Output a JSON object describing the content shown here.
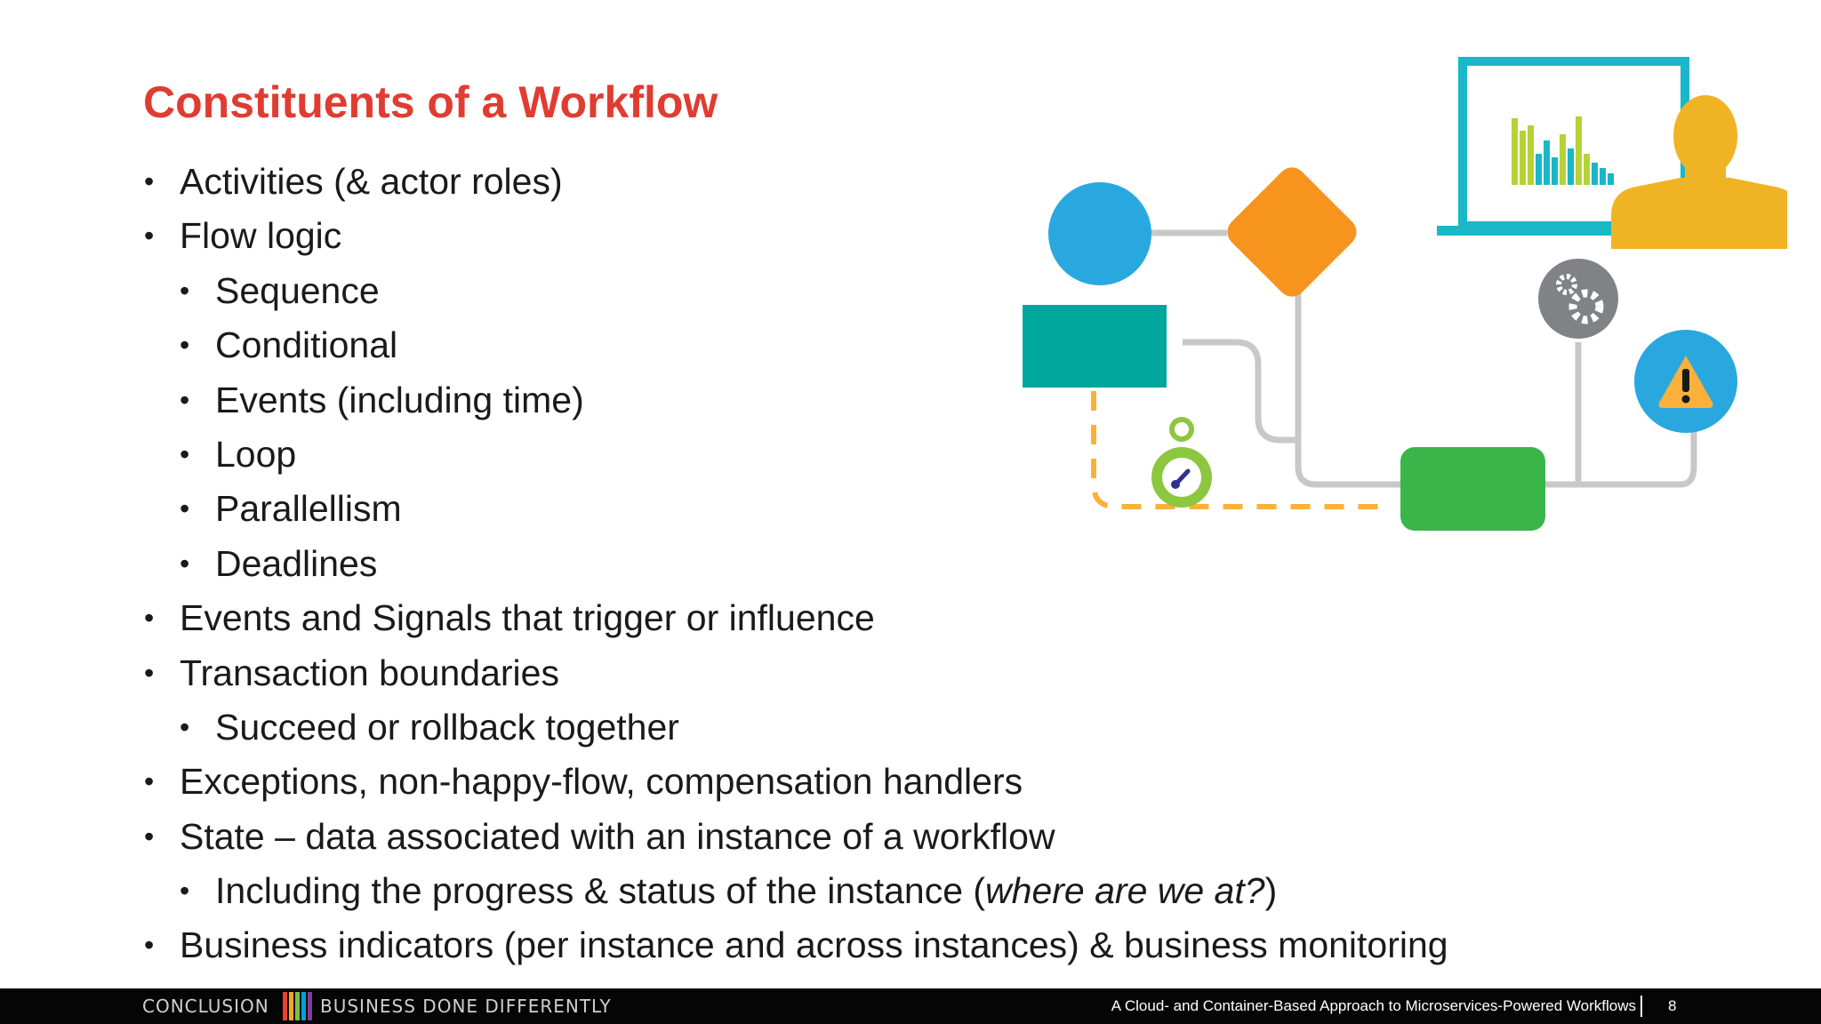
{
  "slide": {
    "title": "Constituents of a Workflow",
    "bullets": [
      {
        "level": 1,
        "text": "Activities (& actor roles)"
      },
      {
        "level": 1,
        "text": "Flow logic"
      },
      {
        "level": 2,
        "text": "Sequence"
      },
      {
        "level": 2,
        "text": "Conditional"
      },
      {
        "level": 2,
        "text": "Events (including time)"
      },
      {
        "level": 2,
        "text": "Loop"
      },
      {
        "level": 2,
        "text": "Parallellism"
      },
      {
        "level": 2,
        "text": "Deadlines"
      },
      {
        "level": 1,
        "text": "Events and Signals that trigger or influence"
      },
      {
        "level": 1,
        "text": "Transaction boundaries"
      },
      {
        "level": 2,
        "text": "Succeed or rollback together"
      },
      {
        "level": 1,
        "text": "Exceptions, non-happy-flow, compensation handlers"
      },
      {
        "level": 1,
        "text": "State – data associated with an instance of a workflow"
      },
      {
        "level": 2,
        "text": "Including the progress & status of the instance (",
        "italic": "where are we at?",
        "after": ")"
      },
      {
        "level": 1,
        "text": "Business indicators (per instance and across instances) & business monitoring"
      }
    ],
    "bullet_char": "•"
  },
  "footer": {
    "brand_left": "CONCLUSION",
    "brand_right": "BUSINESS DONE DIFFERENTLY",
    "brand_bar_colors": [
      "#e8412c",
      "#f5a623",
      "#7ac143",
      "#00a4d6",
      "#7d3f98"
    ],
    "caption": "A Cloud- and Container-Based Approach to Microservices-Powered Workflows",
    "page_number": "8"
  },
  "colors": {
    "title": "#e03c31",
    "circle_blue": "#29a8e0",
    "diamond_orange": "#f7941d",
    "rect_teal": "#00a79d",
    "rect_green": "#39b54a",
    "connector_gray": "#c8c8c8",
    "dashed_orange": "#fbb03b",
    "monitor_cyan": "#1ab7c8",
    "person_yellow": "#f0b323",
    "gear_gray": "#808285",
    "warning_blue": "#29a8e0",
    "timer_green": "#8dc63f"
  }
}
